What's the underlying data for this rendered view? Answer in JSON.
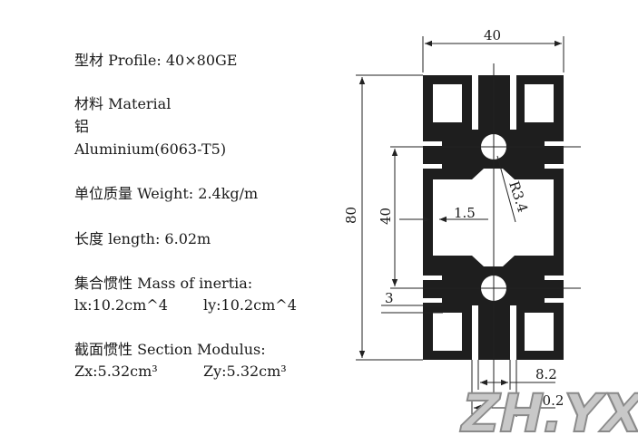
{
  "specs": {
    "profile": "型材 Profile: 40×80GE",
    "material_label": "材料 Material",
    "material_cn": "铝",
    "material_en": "Aluminium(6063-T5)",
    "weight": "单位质量  Weight: 2.4kg/m",
    "length": "长度  length: 6.02m",
    "inertia_label": "集合惯性 Mass of inertia:",
    "ix": "lx:10.2cm^4",
    "iy": "ly:10.2cm^4",
    "modulus_label": "截面惯性 Section Modulus:",
    "zx": "Zx:5.32cm³",
    "zy": "Zy:5.32cm³"
  },
  "drawing": {
    "dim_width": "40",
    "dim_height": "80",
    "dim_center": "40",
    "dim_wall": "1.5",
    "dim_radius": "R3.4",
    "dim_slot_small": "3",
    "dim_slot_width": "8.2",
    "dim_slot_outer": "20.2"
  },
  "watermark": "ZH.YX",
  "colors": {
    "profile_fill": "#1e1e1e",
    "line": "#222222"
  }
}
